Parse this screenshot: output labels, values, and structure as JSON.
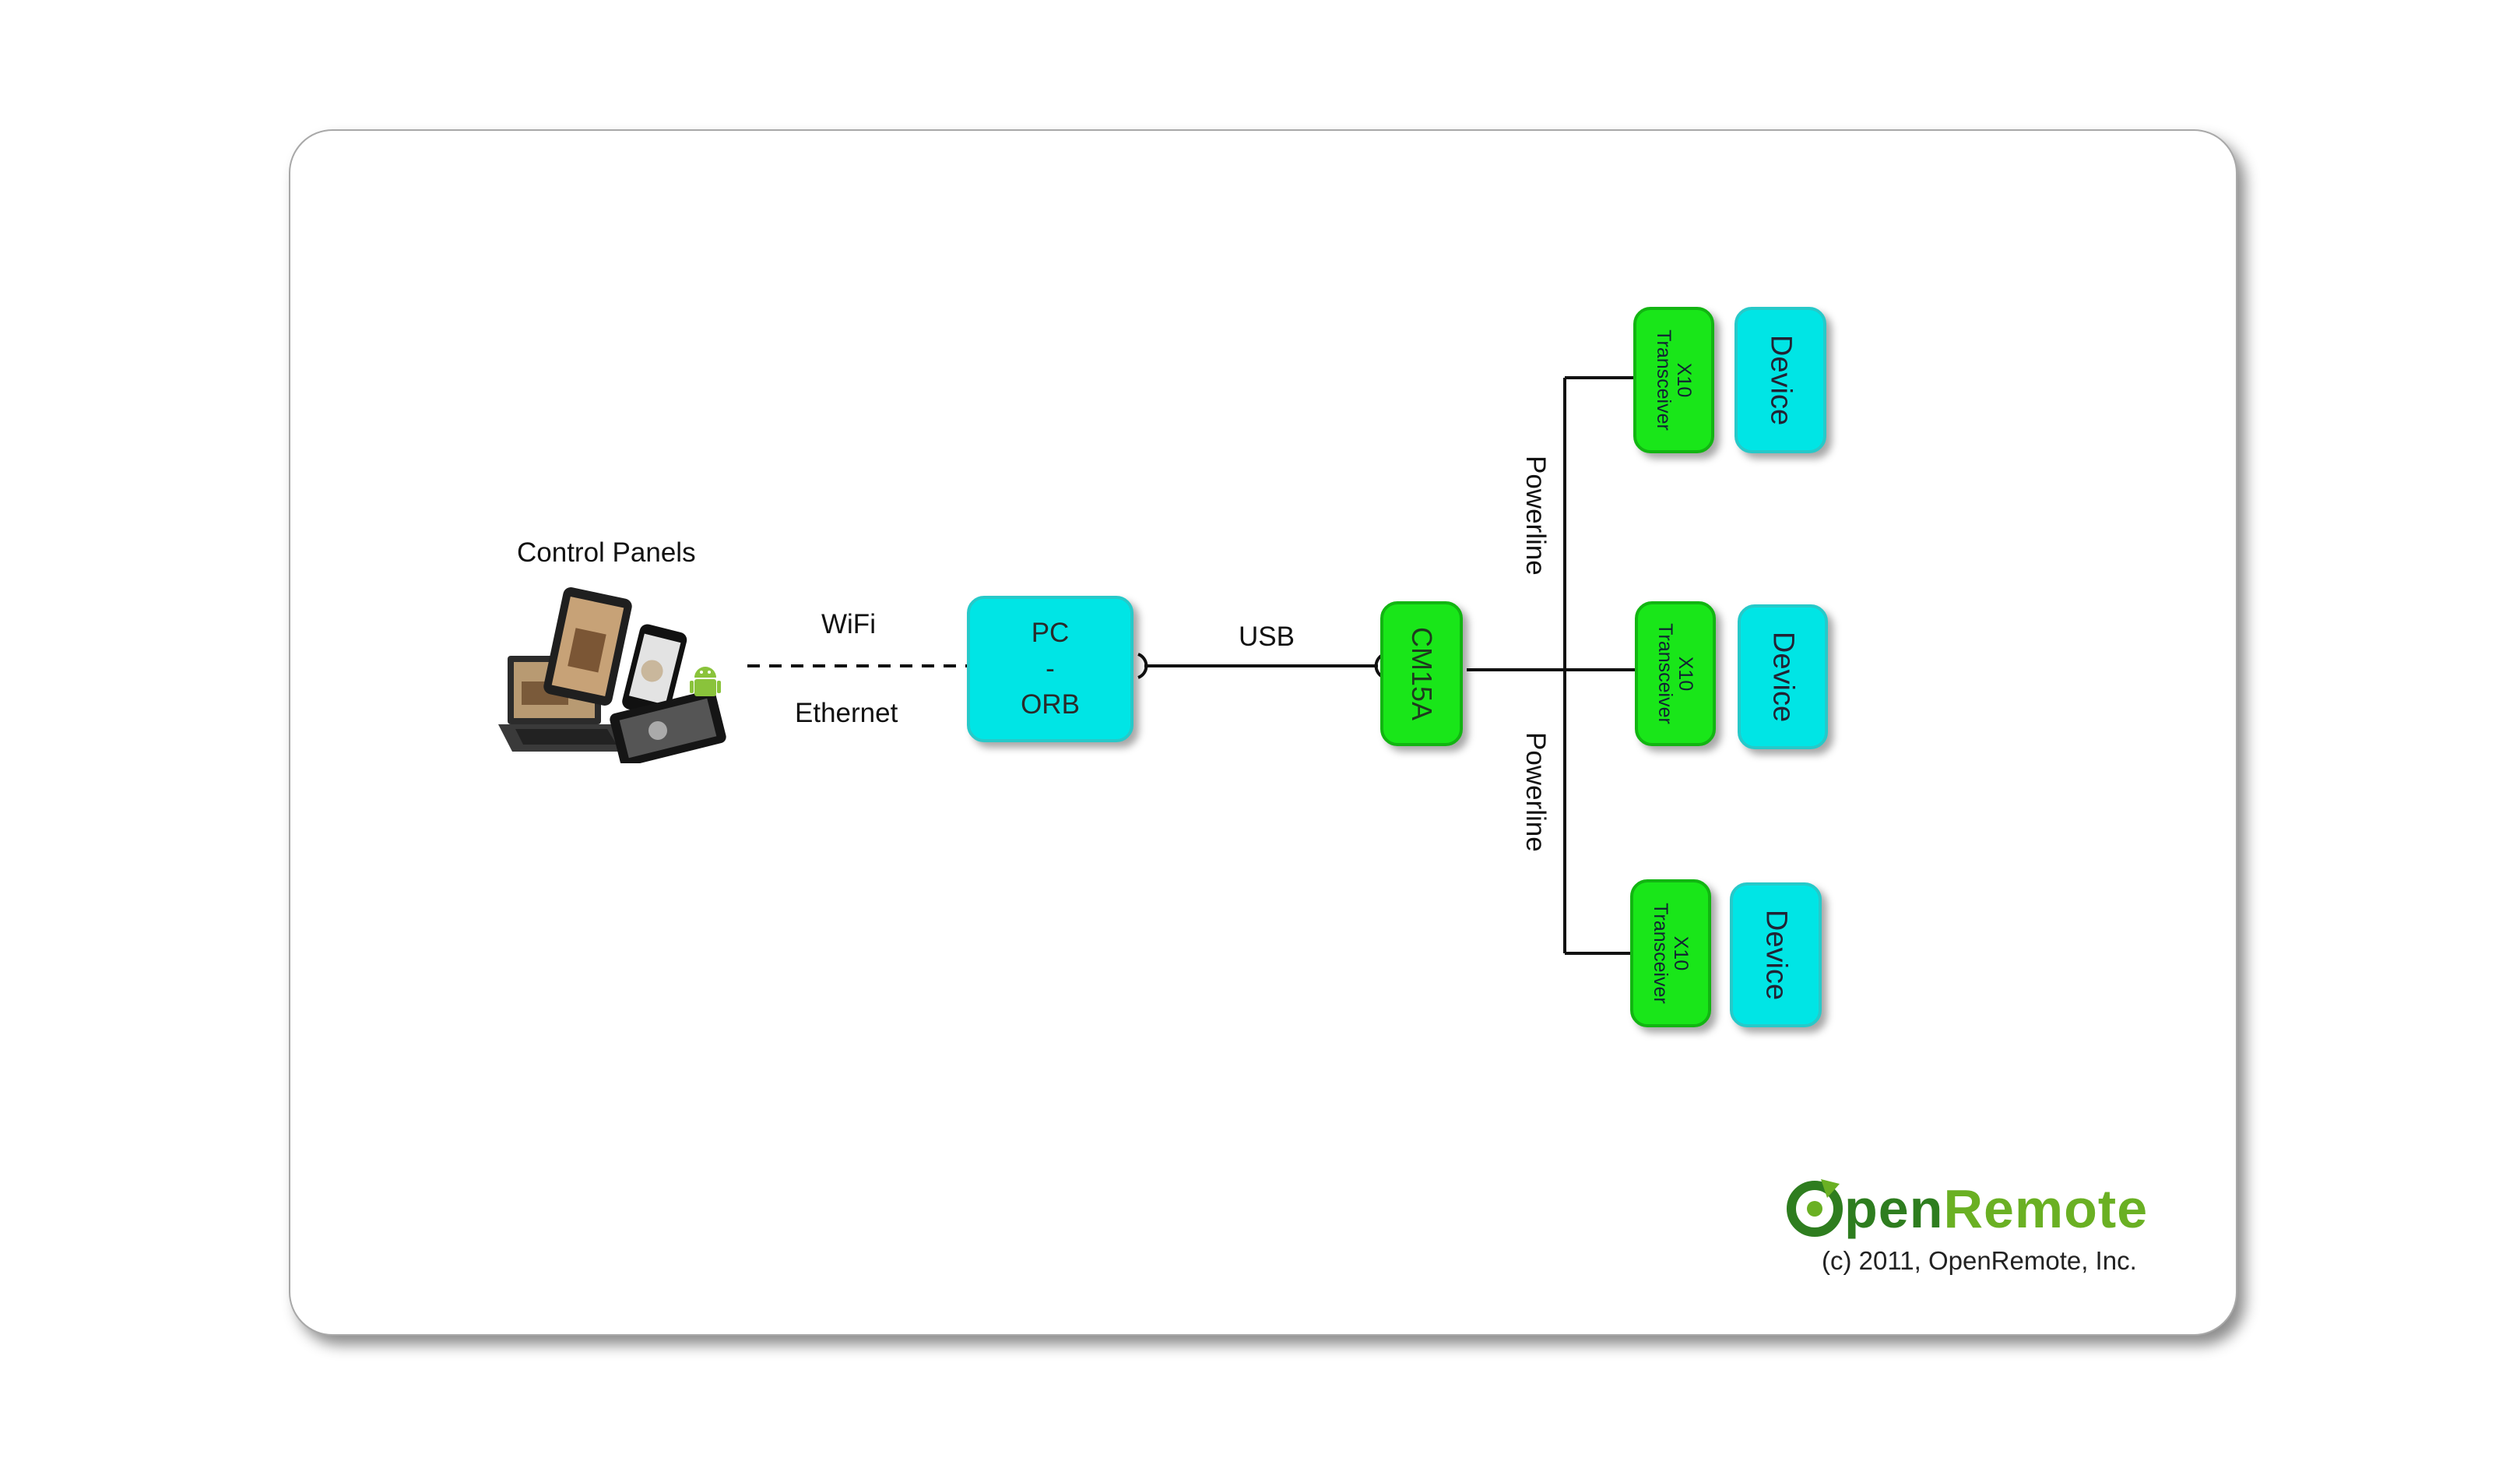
{
  "diagram": {
    "control_panels_label": "Control Panels",
    "wifi_label": "WiFi",
    "ethernet_label": "Ethernet",
    "usb_label": "USB",
    "powerline_top_label": "Powerline",
    "powerline_bottom_label": "Powerline",
    "pc_orb": {
      "line1": "PC",
      "line2": "-",
      "line3": "ORB"
    },
    "cm15a_label": "CM15A",
    "transceivers": [
      {
        "line1": "X10",
        "line2": "Transceiver"
      },
      {
        "line1": "X10",
        "line2": "Transceiver"
      },
      {
        "line1": "X10",
        "line2": "Transceiver"
      }
    ],
    "devices": [
      {
        "label": "Device"
      },
      {
        "label": "Device"
      },
      {
        "label": "Device"
      }
    ]
  },
  "branding": {
    "logo_text_open": "penRemote",
    "logo_letter": "O",
    "copyright": "(c) 2011, OpenRemote, Inc."
  },
  "colors": {
    "cyan_box": "#00e5e5",
    "green_box": "#19e619",
    "logo_dark_green": "#2e7d1f",
    "logo_light_green": "#6ab023"
  }
}
